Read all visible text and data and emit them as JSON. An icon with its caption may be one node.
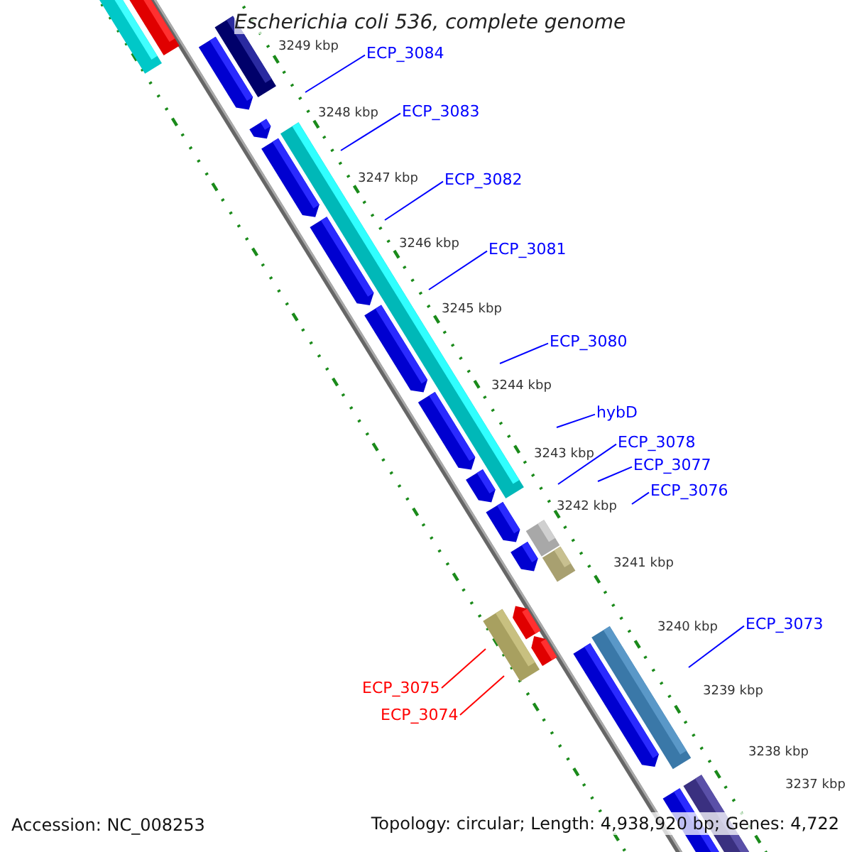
{
  "diagram": {
    "title": "Escherichia coli 536, complete genome",
    "nodes": [
      {
        "text": [
          "ECP_3084"
        ]
      },
      {
        "text": [
          "ECP_3083"
        ]
      },
      {
        "text": [
          "ECP_3082"
        ]
      },
      {
        "text": [
          "ECP_3081"
        ]
      },
      {
        "text": [
          "ECP_3080"
        ]
      },
      {
        "text": [
          "hybD"
        ]
      },
      {
        "text": [
          "ECP_3078"
        ]
      },
      {
        "text": [
          "ECP_3077"
        ]
      },
      {
        "text": [
          "ECP_3076"
        ]
      },
      {
        "text": [
          "ECP_3073"
        ]
      },
      {
        "text": [
          "ECP_3075"
        ]
      },
      {
        "text": [
          "ECP_3074"
        ]
      }
    ],
    "edges": [
      {
        "from": 0,
        "to": null,
        "arrow": "none"
      },
      {
        "from": 1,
        "to": null,
        "arrow": "none"
      },
      {
        "from": 2,
        "to": null,
        "arrow": "none"
      },
      {
        "from": 3,
        "to": null,
        "arrow": "none"
      },
      {
        "from": 4,
        "to": null,
        "arrow": "none"
      },
      {
        "from": 5,
        "to": null,
        "arrow": "none"
      },
      {
        "from": 6,
        "to": null,
        "arrow": "none"
      },
      {
        "from": 7,
        "to": null,
        "arrow": "none"
      },
      {
        "from": 8,
        "to": null,
        "arrow": "none"
      },
      {
        "from": 9,
        "to": null,
        "arrow": "none"
      },
      {
        "from": 10,
        "to": null,
        "arrow": "none",
        "color": "#ff0000"
      },
      {
        "from": 11,
        "to": null,
        "arrow": "none",
        "color": "#ff0000"
      }
    ],
    "labels": [
      "3249 kbp",
      "3248 kbp",
      "3247 kbp",
      "3246 kbp",
      "3245 kbp",
      "3244 kbp",
      "3243 kbp",
      "3242 kbp",
      "3241 kbp",
      "3240 kbp",
      "3239 kbp",
      "3238 kbp",
      "3237 kbp",
      "Accession: NC_008253",
      "Topology: circular; Length: 4,938,920 bp; Genes: 4,722"
    ]
  }
}
